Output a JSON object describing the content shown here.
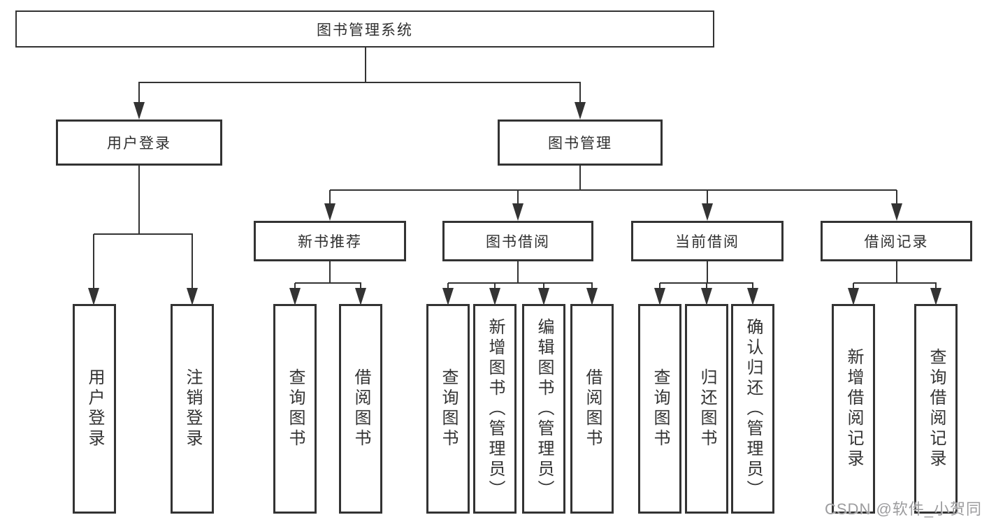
{
  "colors": {
    "background": "#ffffff",
    "box_border": "#333333",
    "text": "#2f2f2f",
    "connector": "#333333",
    "watermark": "#9c9c9e"
  },
  "diagram": {
    "root": {
      "label": "图书管理系统"
    },
    "branches": [
      {
        "label": "用户登录",
        "children": [
          {
            "label": "用户登录"
          },
          {
            "label": "注销登录"
          }
        ]
      },
      {
        "label": "图书管理",
        "children": [
          {
            "label": "新书推荐",
            "children": [
              {
                "label": "查询图书"
              },
              {
                "label": "借阅图书"
              }
            ]
          },
          {
            "label": "图书借阅",
            "children": [
              {
                "label": "查询图书"
              },
              {
                "label": "新增图书（管理员）"
              },
              {
                "label": "编辑图书（管理员）"
              },
              {
                "label": "借阅图书"
              }
            ]
          },
          {
            "label": "当前借阅",
            "children": [
              {
                "label": "查询图书"
              },
              {
                "label": "归还图书"
              },
              {
                "label": "确认归还（管理员）"
              }
            ]
          },
          {
            "label": "借阅记录",
            "children": [
              {
                "label": "新增借阅记录"
              },
              {
                "label": "查询借阅记录"
              }
            ]
          }
        ]
      }
    ],
    "watermark": "CSDN @软件_小贺同学"
  }
}
